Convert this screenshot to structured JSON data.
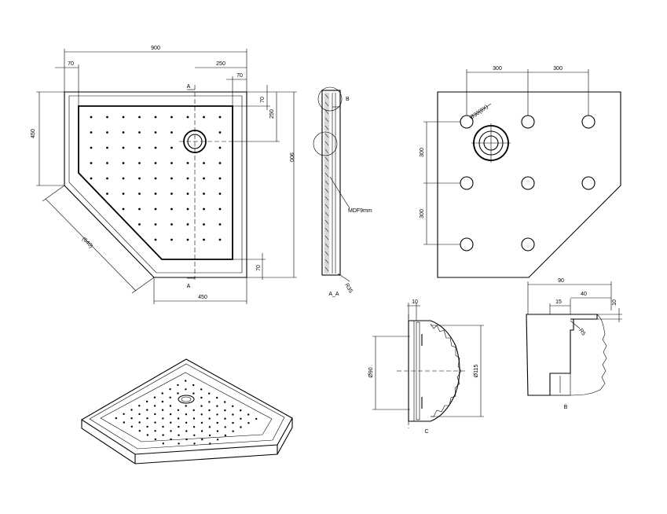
{
  "top_view": {
    "dim_total_width": "900",
    "dim_left_rim": "70",
    "dim_drain_offset": "250",
    "dim_right_rim": "70",
    "dim_left_height": "450",
    "dim_right_top_rim": "70",
    "dim_right_drain": "250",
    "dim_total_height": "900",
    "dim_bottom_rim": "70",
    "dim_bottom_width": "450",
    "dim_diagonal": "(640)",
    "section_mark_top": "A",
    "section_mark_bottom": "A"
  },
  "section_view": {
    "detail_mark": "B",
    "thickness_label": "MDF9mm",
    "height_label": "R35",
    "caption": "A_A"
  },
  "bottom_view": {
    "dim_spacing_1": "300",
    "dim_spacing_2": "300",
    "dim_vertical_1": "300",
    "dim_vertical_2": "300",
    "hole_label": "Ø30(8X)"
  },
  "detail_c": {
    "dim_width": "10",
    "dim_inner_diameter": "Ø90",
    "dim_outer_diameter": "Ø115",
    "caption": "C"
  },
  "detail_b": {
    "dim_total": "90",
    "dim_15": "15",
    "dim_40": "40",
    "dim_10": "10",
    "radius_label": "R5",
    "caption": "B"
  }
}
